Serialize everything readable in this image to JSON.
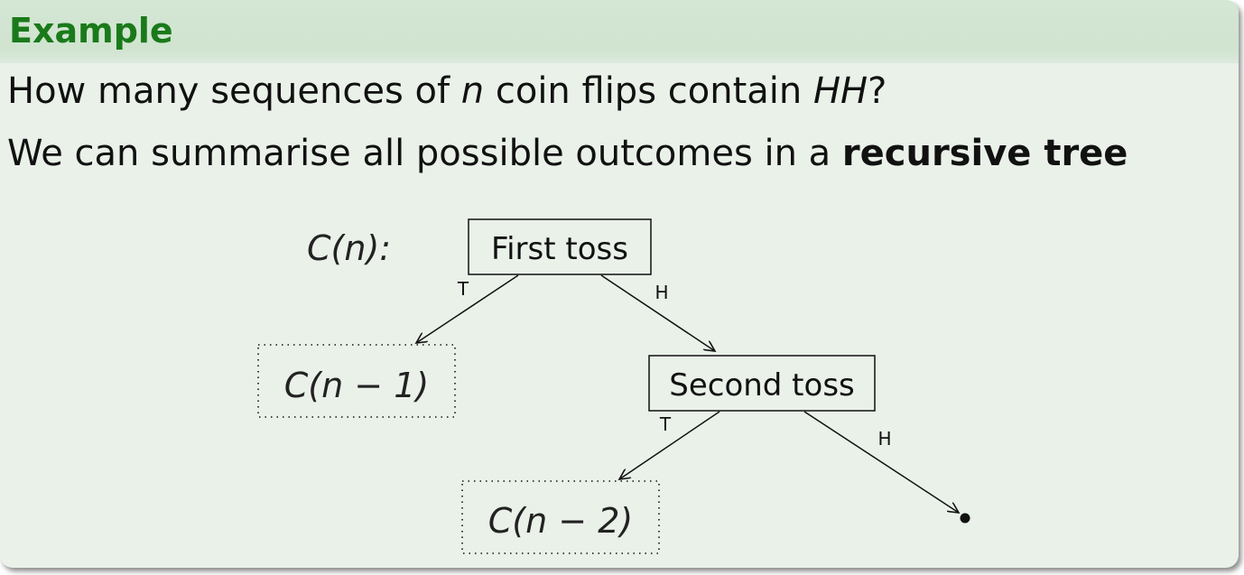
{
  "block": {
    "title": "Example"
  },
  "text": {
    "line1_pre": "How many sequences of ",
    "line1_var": "n",
    "line1_mid": " coin flips contain ",
    "line1_var2": "HH",
    "line1_post": "?",
    "line2_pre": "We can summarise all possible outcomes in a ",
    "line2_bold": "recursive tree"
  },
  "tree": {
    "root_label": "C(n):",
    "node_first": "First toss",
    "node_second": "Second toss",
    "leaf_n1": "C(n − 1)",
    "leaf_n2": "C(n − 2)",
    "edge_first_T": "T",
    "edge_first_H": "H",
    "edge_second_T": "T",
    "edge_second_H": "H"
  }
}
